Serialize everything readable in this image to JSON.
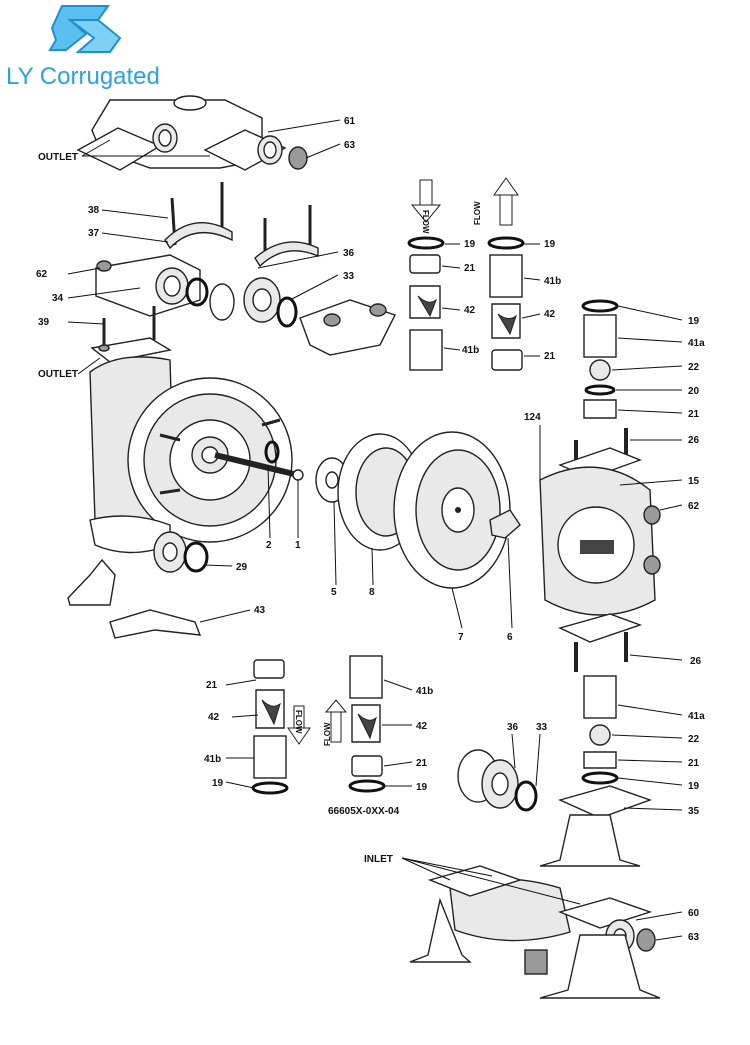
{
  "logo": {
    "brand": "LY Corrugated",
    "accent": "#29a3e3",
    "icon": "ly-logo-icon"
  },
  "diagram": {
    "labels": {
      "l61": "61",
      "l63a": "63",
      "outlet_top": "OUTLET",
      "l38": "38",
      "l37": "37",
      "l36a": "36",
      "l33a": "33",
      "l62a": "62",
      "l34": "34",
      "l39": "39",
      "outlet_mid": "OUTLET",
      "l19a": "19",
      "l21a": "21",
      "l42a": "42",
      "l41ba": "41b",
      "l19b": "19",
      "l41bb": "41b",
      "l42b": "42",
      "l21b": "21",
      "l19c": "19",
      "l41aa": "41a",
      "l22a": "22",
      "l20": "20",
      "l21c": "21",
      "l124": "124",
      "l26a": "26",
      "l15": "15",
      "l62b": "62",
      "l2": "2",
      "l1": "1",
      "l5": "5",
      "l8": "8",
      "l7": "7",
      "l6": "6",
      "l29": "29",
      "l43": "43",
      "l26b": "26",
      "l21d": "21",
      "l42c": "42",
      "l41bc": "41b",
      "l19d": "19",
      "l41bd": "41b",
      "l42d": "42",
      "l21e": "21",
      "l19e": "19",
      "model": "66605X-0XX-04",
      "l41ab": "41a",
      "l22b": "22",
      "l21f": "21",
      "l19f": "19",
      "l36b": "36",
      "l33b": "33",
      "l35": "35",
      "inlet": "INLET",
      "l60": "60",
      "l63b": "63"
    },
    "flow": {
      "f1": "FLOW",
      "f2": "FLOW",
      "f3": "FLOW",
      "f4": "FLOW"
    }
  }
}
